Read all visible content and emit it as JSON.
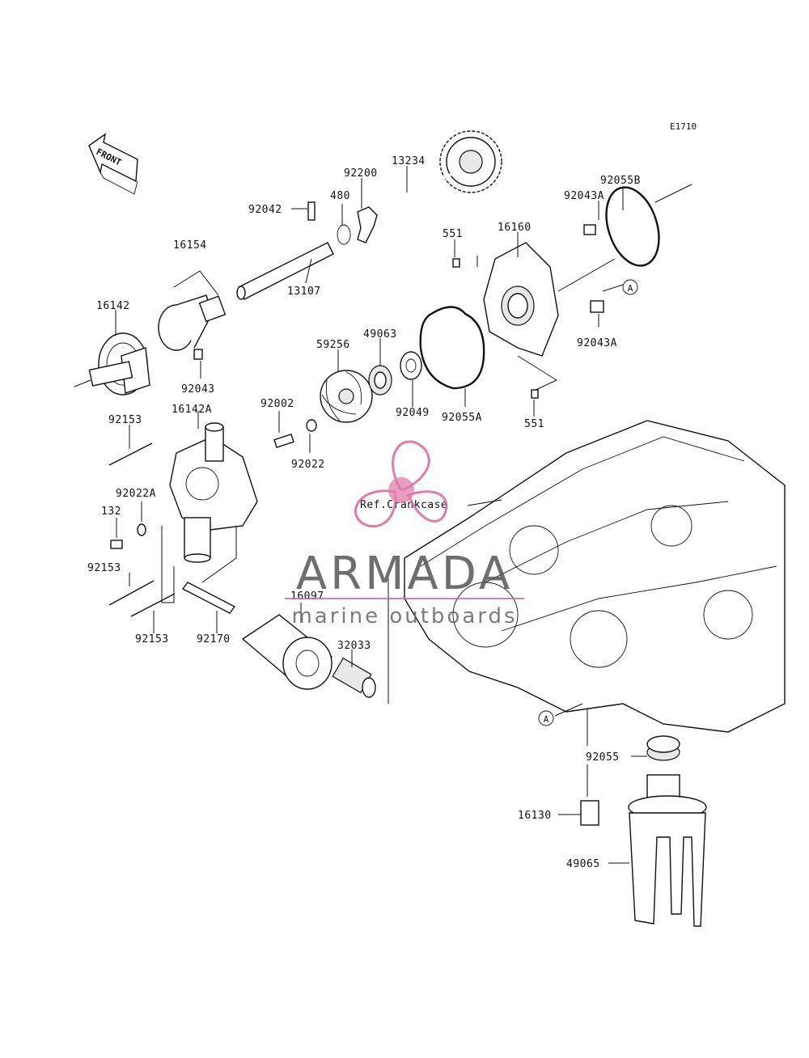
{
  "diagram": {
    "code": "E1710",
    "front_label": "FRONT",
    "reference_label": "Ref.Crankcase",
    "callout_letter": "A",
    "part_labels": {
      "p13234": "13234",
      "p92200": "92200",
      "p480": "480",
      "p92042": "92042",
      "p92055B": "92055B",
      "p92043A_top": "92043A",
      "p16160": "16160",
      "p551_top": "551",
      "p16154": "16154",
      "p13107": "13107",
      "p16142": "16142",
      "p92043A_mid": "92043A",
      "p92043": "92043",
      "p49063": "49063",
      "p59256": "59256",
      "p92002": "92002",
      "p92049": "92049",
      "p92055A": "92055A",
      "p551_bot": "551",
      "p92022": "92022",
      "p92153_a": "92153",
      "p16142A": "16142A",
      "p92022A": "92022A",
      "p132": "132",
      "p92153_b": "92153",
      "p92153_c": "92153",
      "p92170": "92170",
      "p16097": "16097",
      "p32033": "32033",
      "p92055": "92055",
      "p16130": "16130",
      "p49065": "49065"
    }
  },
  "watermark": {
    "brand": "ARMADA",
    "tagline": "marine outboards",
    "accent_color": "#d9679b",
    "text_color": "#555555"
  }
}
